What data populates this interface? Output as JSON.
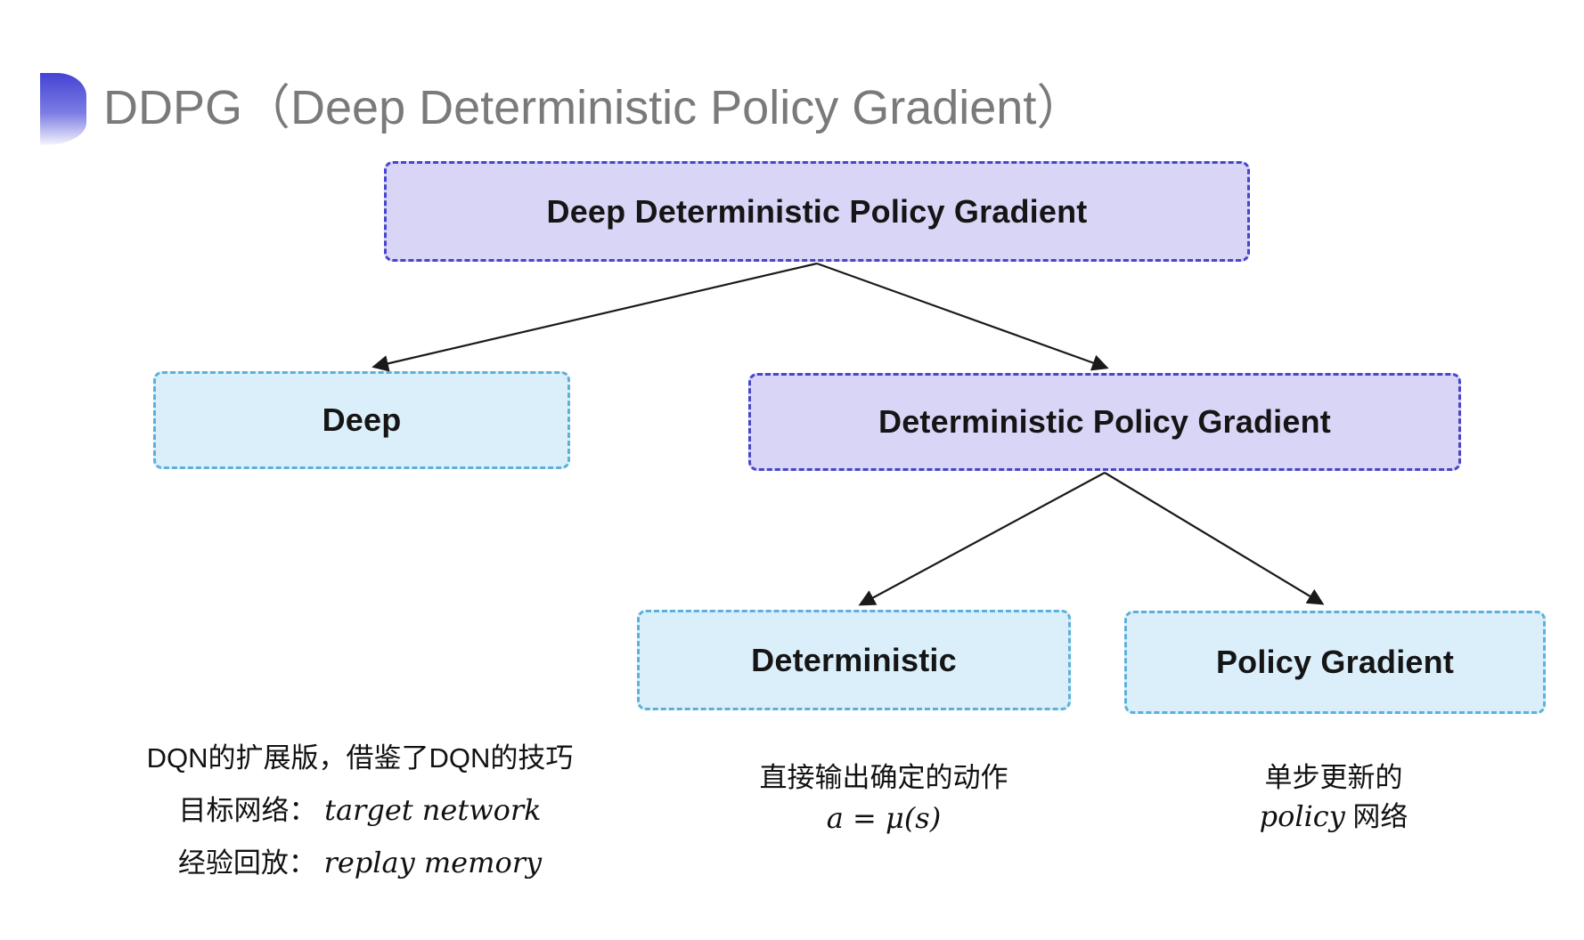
{
  "title": {
    "text": "DDPG（Deep Deterministic Policy Gradient）",
    "color": "#7a7a7a",
    "icon": "blue-gradient-semicircle"
  },
  "colors": {
    "purple_fill": "#d9d5f6",
    "purple_border": "#4646cc",
    "cyan_fill": "#dbeffb",
    "cyan_border": "#5cb0da",
    "arrow": "#1a1a1a",
    "body_text": "#111111"
  },
  "tree": {
    "root": {
      "label": "Deep Deterministic Policy Gradient",
      "style": "purple"
    },
    "children": [
      {
        "id": "deep",
        "label": "Deep",
        "style": "cyan"
      },
      {
        "id": "dpg",
        "label": "Deterministic Policy Gradient",
        "style": "purple"
      }
    ],
    "grandchildren": [
      {
        "id": "deterministic",
        "label": "Deterministic",
        "style": "cyan",
        "parent": "dpg"
      },
      {
        "id": "policy-gradient",
        "label": "Policy Gradient",
        "style": "cyan",
        "parent": "dpg"
      }
    ]
  },
  "notes": {
    "deep": {
      "line1": "DQN的扩展版，借鉴了DQN的技巧",
      "line2_label": "目标网络：",
      "line2_value": "target network",
      "line3_label": "经验回放：",
      "line3_value": "replay memory"
    },
    "deterministic": {
      "line1": "直接输出确定的动作",
      "formula": "a = μ(s)"
    },
    "policy_gradient": {
      "line1": "单步更新的",
      "line2_italic": "policy",
      "line2_rest": " 网络"
    }
  }
}
